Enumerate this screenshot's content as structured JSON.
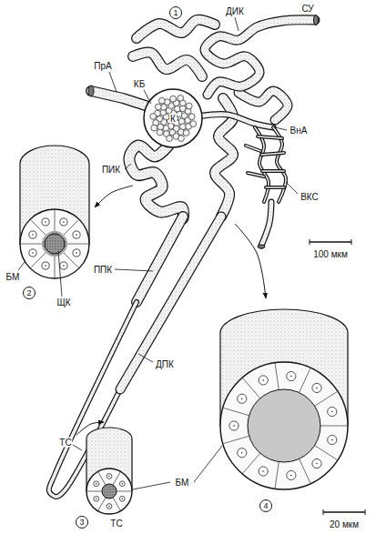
{
  "diagram": {
    "labels": [
      "1",
      "ДИК",
      "СУ",
      "ПрА",
      "КБ",
      "К",
      "ВнА",
      "ПИК",
      "ВКС",
      "100 мкм",
      "БМ",
      "2",
      "ЩК",
      "ППК",
      "ДПК",
      "ТС",
      "БМ",
      "3",
      "ТС",
      "4",
      "20 мкм"
    ]
  }
}
